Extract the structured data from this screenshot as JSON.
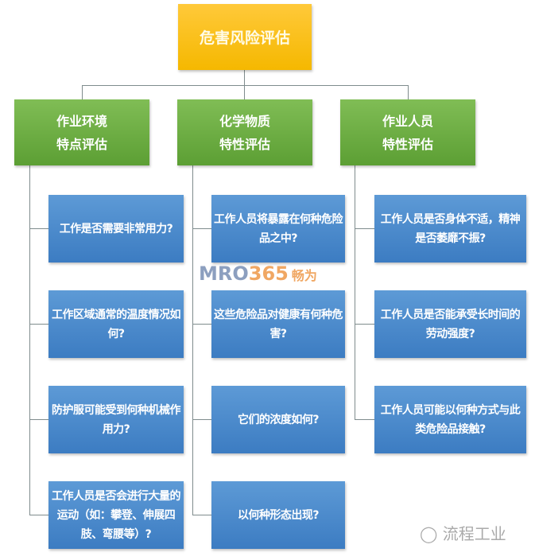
{
  "root": {
    "label": "危害风险评估"
  },
  "categories": [
    {
      "label": "作业环境\n特点评估",
      "questions": [
        "工作是否需要非常用力?",
        "工作区域通常的温度情况如何?",
        "防护服可能受到何种机械作用力?",
        "工作人员是否会进行大量的运动（如：攀登、伸展四肢、弯腰等）?"
      ]
    },
    {
      "label": "化学物质\n特性评估",
      "questions": [
        "工作人员将暴露在何种危险品之中?",
        "这些危险品对健康有何种危害?",
        "它们的浓度如何?",
        "以何种形态出现?"
      ]
    },
    {
      "label": "作业人员\n特性评估",
      "questions": [
        "工作人员是否身体不适，精神是否萎靡不振?",
        "工作人员是否能承受长时间的劳动强度?",
        "工作人员可能以何种方式与此类危险品接触?"
      ]
    }
  ],
  "watermark": {
    "part1": "MRO",
    "part2": "365",
    "part3": "畅为"
  },
  "logo": {
    "icon": "wechat-icon",
    "text": "流程工业"
  },
  "colors": {
    "root": "#ffc000",
    "category": "#70ad47",
    "question": "#4a8bcd"
  }
}
